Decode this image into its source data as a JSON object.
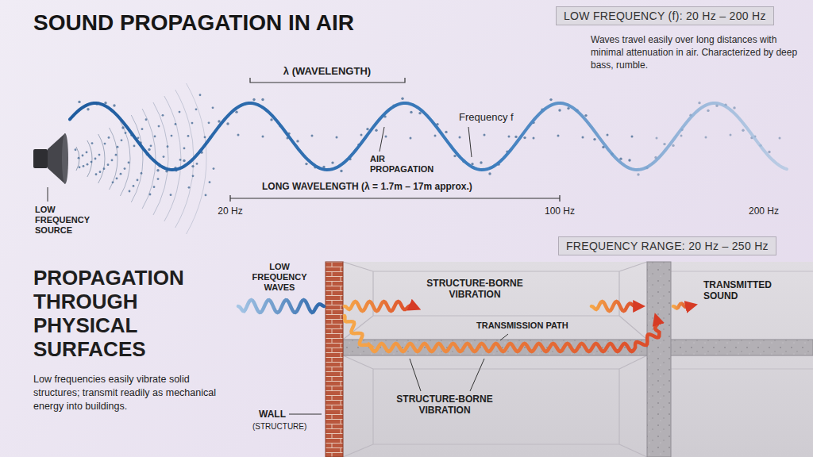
{
  "diagram": {
    "title": "SOUND PROPAGATION IN AIR",
    "nodes": [
      {
        "text": [
          "LOW FREQUENCY (f): 20 Hz – 200 Hz",
          "Waves travel easily over long distances with minimal attenuation in air. Characterized by deep bass, rumble."
        ]
      },
      {
        "text": [
          "FREQUENCY RANGE: 20 Hz – 250 Hz"
        ]
      }
    ],
    "labels": [
      "λ (WAVELENGTH)",
      "Frequency f",
      "AIR PROPAGATION",
      "LOW FREQUENCY SOURCE",
      "LONG WAVELENGTH (λ = 1.7m – 17m approx.)",
      "20 Hz",
      "100 Hz",
      "200 Hz",
      "PROPAGATION THROUGH PHYSICAL SURFACES",
      "Low frequencies easily vibrate solid structures; transmit readily as mechanical energy into buildings.",
      "LOW FREQUENCY WAVES",
      "WALL",
      "(STRUCTURE)",
      "STRUCTURE-BORNE VIBRATION",
      "TRANSMISSION PATH",
      "STRUCTURE-BORNE VIBRATION",
      "TRANSMITTED SOUND"
    ]
  }
}
